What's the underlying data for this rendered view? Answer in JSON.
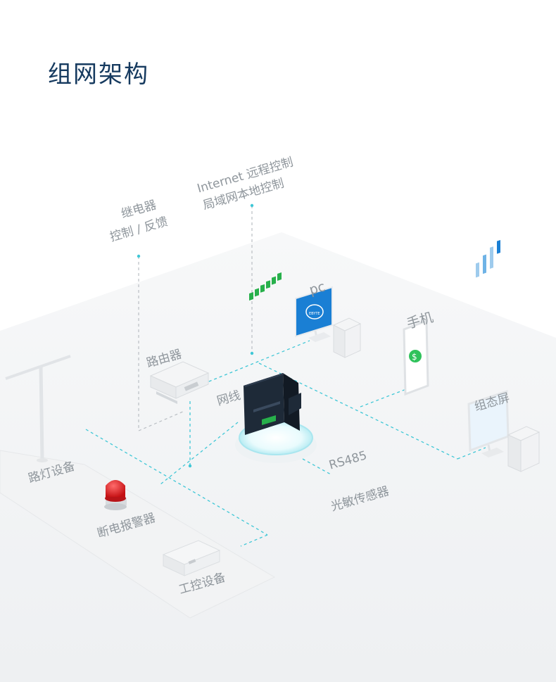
{
  "title": "组网架构",
  "labels": {
    "relay_line1": "继电器",
    "relay_line2": "控制 / 反馈",
    "internet_line1": "Internet 远程控制",
    "internet_line2": "局域网本地控制",
    "pc": "pc",
    "phone": "手机",
    "config_screen": "组态屏",
    "router": "路由器",
    "network_cable": "网线",
    "rs485": "RS485",
    "light_sensor": "光敏传感器",
    "street_light": "路灯设备",
    "power_alarm": "断电报警器",
    "industrial_device": "工控设备"
  },
  "colors": {
    "accent_cyan": "#3fc7d6",
    "title_navy": "#163a5f",
    "monitor_blue": "#1a7fd4",
    "phone_green": "#2fc25b",
    "alarm_red": "#d7191c",
    "device_dark": "#1e2a38",
    "terminal_green": "#27b04b"
  }
}
